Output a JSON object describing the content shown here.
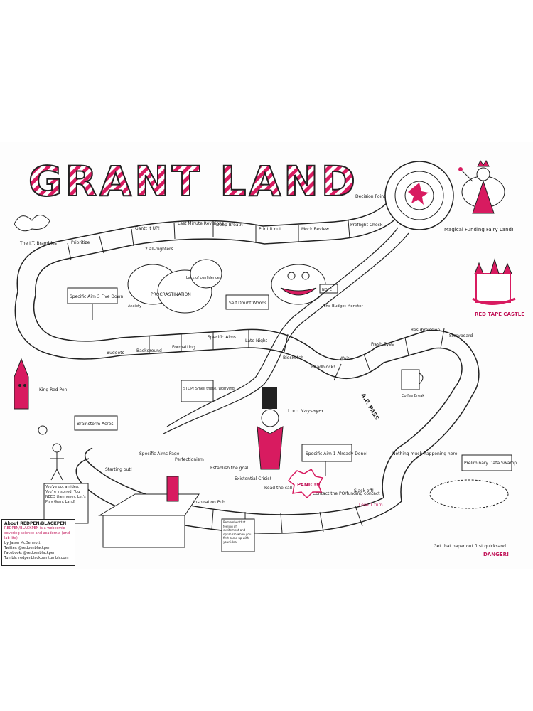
{
  "title": "GRANT LAND",
  "colors": {
    "accent": "#d81b60",
    "ink": "#1a1a1a",
    "paper": "#ffffff"
  },
  "places": {
    "it_brambles": "The I.T. Brambles",
    "procrastination": "PROCRASTINATION",
    "anxiety": "Anxiety",
    "lack_confidence": "Lack of confidence",
    "self_doubt": "Self Doubt Woods",
    "budget_monster": "The Budget Monster",
    "fairy_land": "Magical Funding Fairy Land!",
    "red_tape": "RED TAPE CASTLE",
    "king": "King Red Pen",
    "brainstorm": "Brainstorm Acres",
    "lord": "Lord Naysayer",
    "inspiration": "Inspiration Pub",
    "swamp": "Preliminary Data Swamp",
    "swamp_note": "Get that paper out first quicksand",
    "danger": "DANGER!",
    "coffee": "Coffee Break",
    "panic": "PANIC!!!",
    "stop_sign": "STOP! Smell these, Worrying",
    "ap_pass": "A.P. PASS",
    "nope": "NOPE"
  },
  "signs": {
    "aim3": "Specific Aim 3 Five Down",
    "aim1": "Specific Aim 1 Already Done!"
  },
  "spaces": {
    "prioritize": "Prioritize",
    "gantt": "Gantt it UP!",
    "last_minute": "Last Minute Revisions",
    "all_nighters": "2 all-nighters",
    "deep_breath": "Deep Breath",
    "print": "Print it out",
    "mock_review": "Mock Review",
    "preflight": "Preflight Check",
    "decision": "Decision Point",
    "budgets": "Budgets",
    "background": "Background",
    "formatting": "Formatting",
    "specific_aims": "Specific Aims",
    "lab_night": "Late Night",
    "biosketch": "Biosketch",
    "roadblock": "Roadblock!",
    "wait": "Wait...",
    "fresh_eyes": "Fresh Eyes",
    "resubmission": "Resubmission",
    "storyboard": "Storyboard",
    "starting": "Starting out!",
    "aims_page": "Specific Aims Page",
    "perfectionism": "Perfectionism",
    "establish": "Establish the goal",
    "crisis": "Existential Crisis!",
    "read_call": "Read the call",
    "contact": "Contact the PO/funding contact",
    "slack": "Slack off!",
    "nothing": "Nothing much happening here",
    "lose_turn": "Lose 1 turn"
  },
  "notes": {
    "idea": "You've got an idea. You're inspired. You NEED the money. Let's Play Grant Land!",
    "remember": "Remember that feeling of excitement and optimism when you first came up with your idea!"
  },
  "about": {
    "heading": "About REDPEN/BLACKPEN",
    "line1": "REDPEN/BLACKPEN is a webcomic covering science and academia (and lab life)",
    "line2": "by Jason McDermott",
    "twitter": "Twitter: @redpenblackpen",
    "facebook": "Facebook: @redpenblackpen",
    "tumblr": "Tumblr: redpenblackpen.tumblr.com"
  }
}
